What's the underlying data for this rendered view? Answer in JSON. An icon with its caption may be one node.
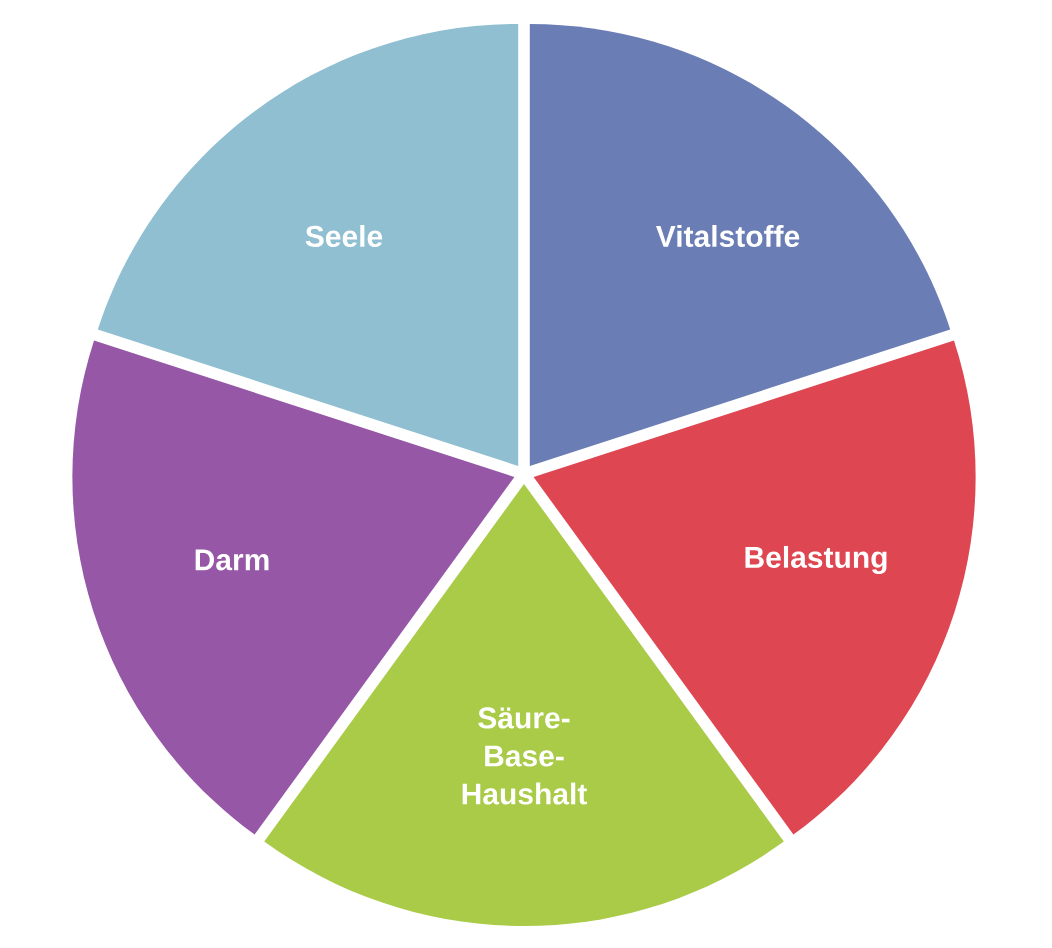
{
  "diagram": {
    "nodes": [
      {
        "text": [
          "Seele"
        ]
      },
      {
        "text": [
          "Vitalstoffe"
        ]
      },
      {
        "text": [
          "Darm"
        ]
      },
      {
        "text": [
          "Belastung"
        ]
      },
      {
        "text": [
          "Säure- Base- Haushalt"
        ]
      }
    ]
  }
}
